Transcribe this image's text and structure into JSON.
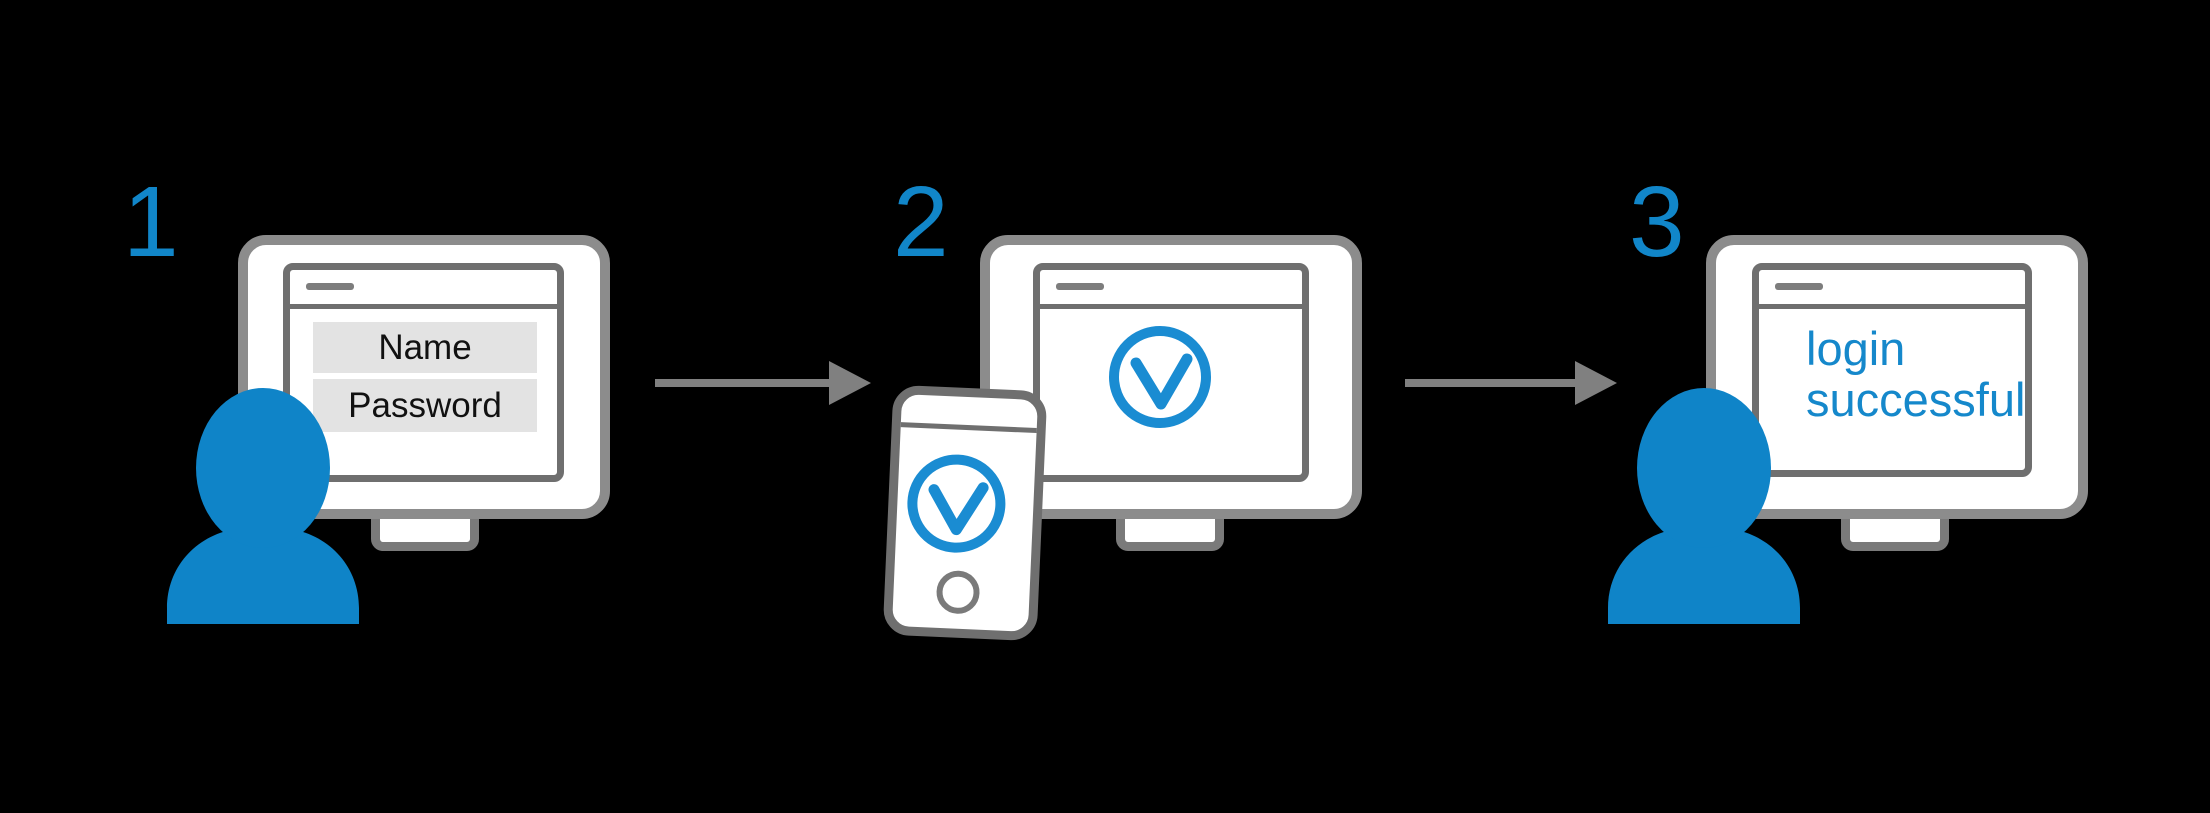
{
  "title": "Two-step login verification flow diagram",
  "background_color": "#000000",
  "colors": {
    "accent_blue": "#1186C9",
    "person_blue": "#0F84C8",
    "status_text_blue": "#1588CB",
    "monitor_border_gray": "#8C8C8C",
    "screen_border_gray": "#6F6F6F",
    "arrow_gray": "#808080",
    "field_background_gray": "#E3E3E3",
    "field_text_color": "#111111",
    "device_fill": "#FFFFFF"
  },
  "steps": {
    "step1": {
      "number": "1",
      "name_field_label": "Name",
      "password_field_label": "Password"
    },
    "step2": {
      "number": "2"
    },
    "step3": {
      "number": "3",
      "status_line1": "login",
      "status_line2": "successful"
    }
  }
}
